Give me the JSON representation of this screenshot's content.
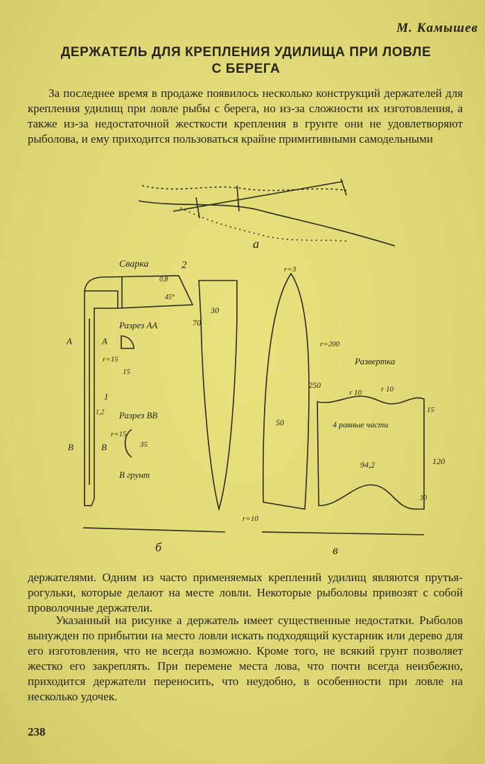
{
  "header": {
    "author": "М. Камышев",
    "title_line1": "ДЕРЖАТЕЛЬ ДЛЯ КРЕПЛЕНИЯ УДИЛИЩА ПРИ ЛОВЛЕ",
    "title_line2": "С БЕРЕГА"
  },
  "paragraphs": {
    "p1": "За последнее время в продаже появилось несколько конструкций держателей для крепления удилищ при ловле рыбы с берега, но из-за сложности их изготовления, а также из-за недостаточной жесткости крепления в грунте они не удовлетворяют рыболова, и ему приходится пользоваться крайне примитивными самодельными",
    "p2": "держателями. Одним из часто применяемых креплений удилищ являются прутья-рогульки, которые делают на месте ловли. Некоторые рыболовы привозят с собой проволочные держатели.",
    "p3": "Указанный на рисунке а держатель имеет существенные недостатки. Рыболов вынужден по прибытии на место ловли искать подходящий кустарник или дерево для его изготовления, что не всегда возможно. Кроме того, не всякий грунт позволяет жестко его закреплять. При перемене места лова, что почти всегда неизбежно, приходится держатели переносить, что неудобно, в особенности при ловле на несколько удочек."
  },
  "figure": {
    "label_a": "а",
    "label_b": "б",
    "label_v": "в",
    "svarka": "Сварка",
    "num_2": "2",
    "num_1": "1",
    "dim_08": "0,8",
    "dim_45": "45°",
    "razrez_aa": "Разрез АА",
    "razrez_bb": "Разрез ВВ",
    "A": "А",
    "B": "В",
    "r15": "r=15",
    "d15": "15",
    "d12": "1,2",
    "d35": "35",
    "v_grunt": "В грунт",
    "d30": "30",
    "d70": "70",
    "r3": "r=3",
    "r200": "r=200",
    "d250": "250",
    "d50": "50",
    "r10": "r=10",
    "razvertka": "Развертка",
    "r10a": "r 10",
    "r10b": "r 10",
    "four_parts": "4 равные части",
    "d942": "94,2",
    "d15b": "15",
    "d120": "120",
    "d30b": "30"
  },
  "page_number": "238"
}
